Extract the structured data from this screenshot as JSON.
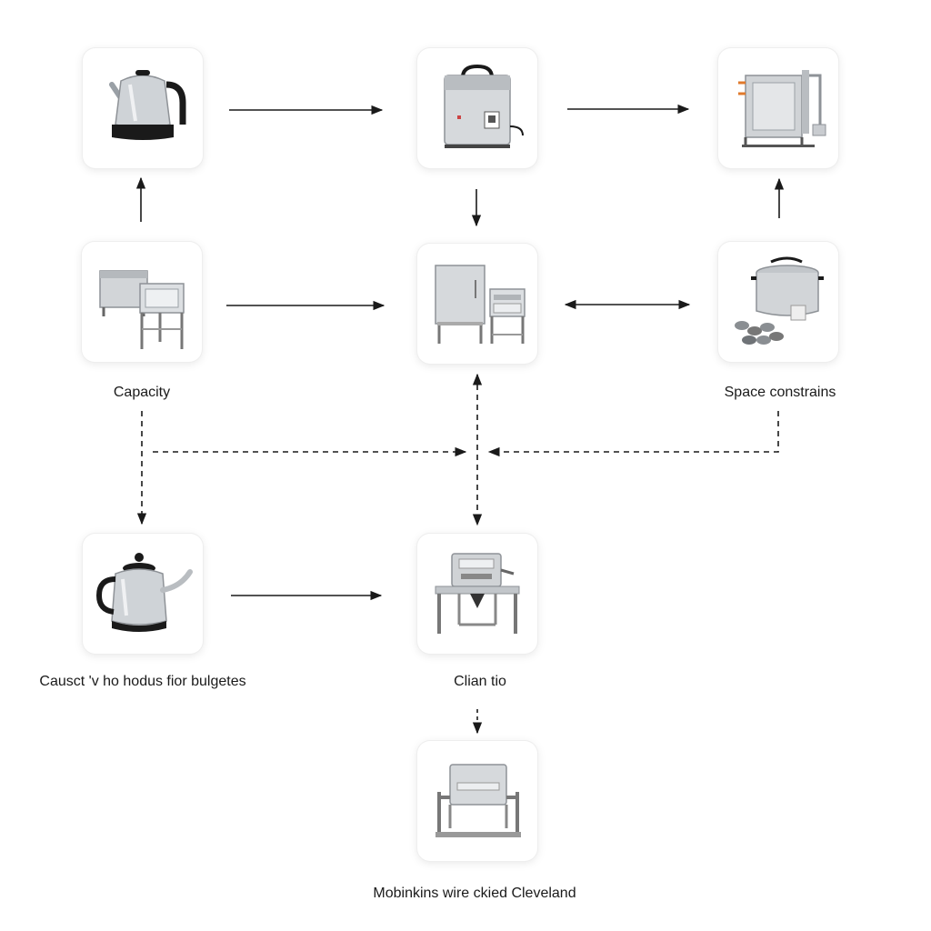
{
  "nodes": [
    {
      "id": "kettle-1",
      "icon": "electric-kettle-icon"
    },
    {
      "id": "induction-heater",
      "icon": "induction-heater-icon"
    },
    {
      "id": "steam-chamber",
      "icon": "steam-chamber-icon"
    },
    {
      "id": "equipment-pair",
      "icon": "cabinet-equipment-icon"
    },
    {
      "id": "oven-set",
      "icon": "oven-set-icon"
    },
    {
      "id": "pressure-pot",
      "icon": "pressure-pot-icon"
    },
    {
      "id": "kettle-2",
      "icon": "stovetop-kettle-icon"
    },
    {
      "id": "processing-station",
      "icon": "processing-station-icon"
    },
    {
      "id": "tilting-unit",
      "icon": "tilting-unit-icon"
    }
  ],
  "labels": {
    "capacity": "Capacity",
    "space_constraints": "Space constrains",
    "budgets": "Causct 'v ho hodus fior bulgetes",
    "clian": "Clian tio",
    "cleveland": "Mobinkins wire ckied Cleveland"
  },
  "colors": {
    "steel": "#c9ccd0",
    "steel_dark": "#8e9297",
    "black": "#1a1a1a",
    "accent_orange": "#e07a2c"
  }
}
